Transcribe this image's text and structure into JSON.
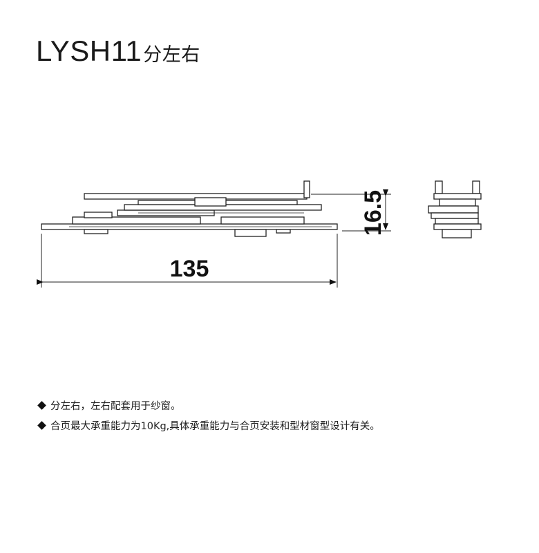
{
  "header": {
    "model": "LYSH11",
    "suffix": "分左右"
  },
  "dimensions": {
    "length": "135",
    "height": "16.5"
  },
  "notes": [
    "分左右，左右配套用于纱窗。",
    "合页最大承重能力为10Kg,具体承重能力与合页安装和型材窗型设计有关。"
  ]
}
